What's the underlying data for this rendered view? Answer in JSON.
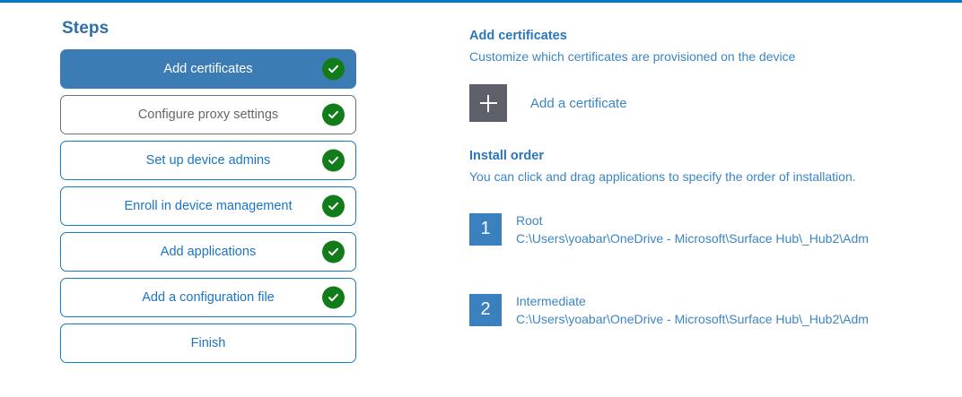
{
  "theme": {
    "accent_blue": "#0078c8",
    "active_step_blue": "#3b7cb5",
    "link_blue": "#3b85c4",
    "heading_blue": "#2a76b8",
    "check_green": "#127c1b",
    "add_tile_gray": "#5b6069",
    "badge_blue": "#3a7fbe",
    "muted_gray": "#666666"
  },
  "steps_panel": {
    "title": "Steps",
    "items": [
      {
        "label": "Add certificates",
        "state": "active",
        "completed": true,
        "check_icon": "check-circle-icon"
      },
      {
        "label": "Configure proxy settings",
        "state": "muted",
        "completed": true,
        "check_icon": "check-circle-icon"
      },
      {
        "label": "Set up device admins",
        "state": "normal",
        "completed": true,
        "check_icon": "check-circle-icon"
      },
      {
        "label": "Enroll in device management",
        "state": "normal",
        "completed": true,
        "check_icon": "check-circle-icon"
      },
      {
        "label": "Add applications",
        "state": "normal",
        "completed": true,
        "check_icon": "check-circle-icon"
      },
      {
        "label": "Add a configuration file",
        "state": "normal",
        "completed": true,
        "check_icon": "check-circle-icon"
      },
      {
        "label": "Finish",
        "state": "normal",
        "completed": false,
        "check_icon": null
      }
    ]
  },
  "detail_panel": {
    "certificates": {
      "heading": "Add certificates",
      "subtitle": "Customize which certificates are provisioned on the device",
      "add_button_label": "Add a certificate",
      "add_button_icon": "plus-icon"
    },
    "install_order": {
      "heading": "Install order",
      "subtitle": "You can click and drag applications to specify the order of installation.",
      "items": [
        {
          "number": "1",
          "name": "Root",
          "path": "C:\\Users\\yoabar\\OneDrive - Microsoft\\Surface Hub\\_Hub2\\Adm"
        },
        {
          "number": "2",
          "name": "Intermediate",
          "path": "C:\\Users\\yoabar\\OneDrive - Microsoft\\Surface Hub\\_Hub2\\Adm"
        }
      ]
    }
  }
}
